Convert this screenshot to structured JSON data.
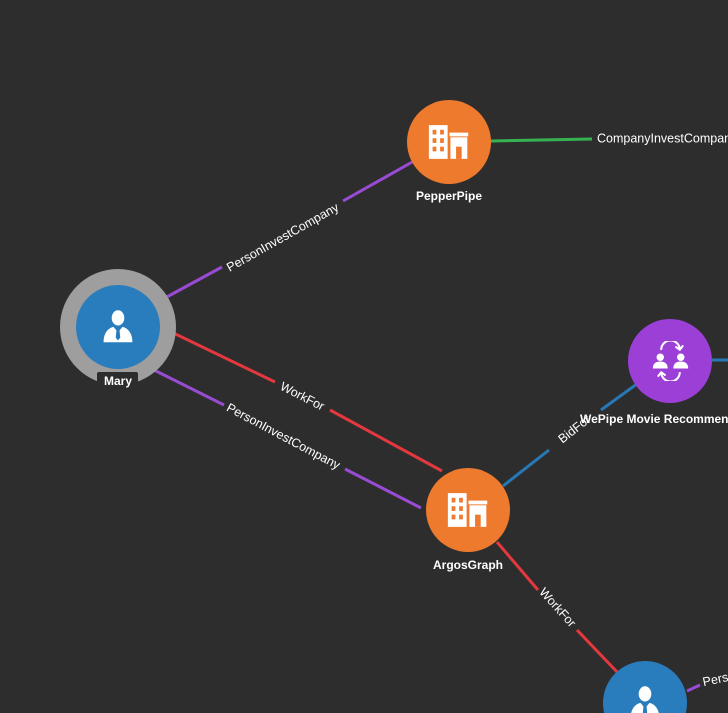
{
  "colors": {
    "background": "#2d2d2d",
    "person_node": "#2a7dbd",
    "company_node": "#ee7a2e",
    "project_node": "#9b3fd6",
    "selection_ring": "#9e9e9e",
    "edge_person_invest": "#9a4bd4",
    "edge_work_for": "#e4383f",
    "edge_company_invest": "#35b351",
    "edge_bid": "#2878b6"
  },
  "nodes": {
    "mary": {
      "label": "Mary",
      "type": "person",
      "icon": "person-icon",
      "selected": true
    },
    "pepperpipe": {
      "label": "PepperPipe",
      "type": "company",
      "icon": "building-icon"
    },
    "argosgraph": {
      "label": "ArgosGraph",
      "type": "company",
      "icon": "building-icon"
    },
    "wepipe": {
      "label": "WePipe Movie Recommen",
      "type": "project",
      "icon": "team-exchange-icon"
    },
    "person_bottom": {
      "label": "",
      "type": "person",
      "icon": "person-icon"
    }
  },
  "edges": {
    "mary_pepperpipe": {
      "label": "PersonInvestCompany"
    },
    "mary_argosgraph_workfor": {
      "label": "WorkFor"
    },
    "mary_argosgraph_invest": {
      "label": "PersonInvestCompany"
    },
    "pepperpipe_offscreen": {
      "label": "CompanyInvestCompan"
    },
    "argosgraph_wepipe": {
      "label": "BidFor"
    },
    "argosgraph_person": {
      "label": "WorkFor"
    },
    "person_offscreen": {
      "label": "Pers"
    }
  }
}
